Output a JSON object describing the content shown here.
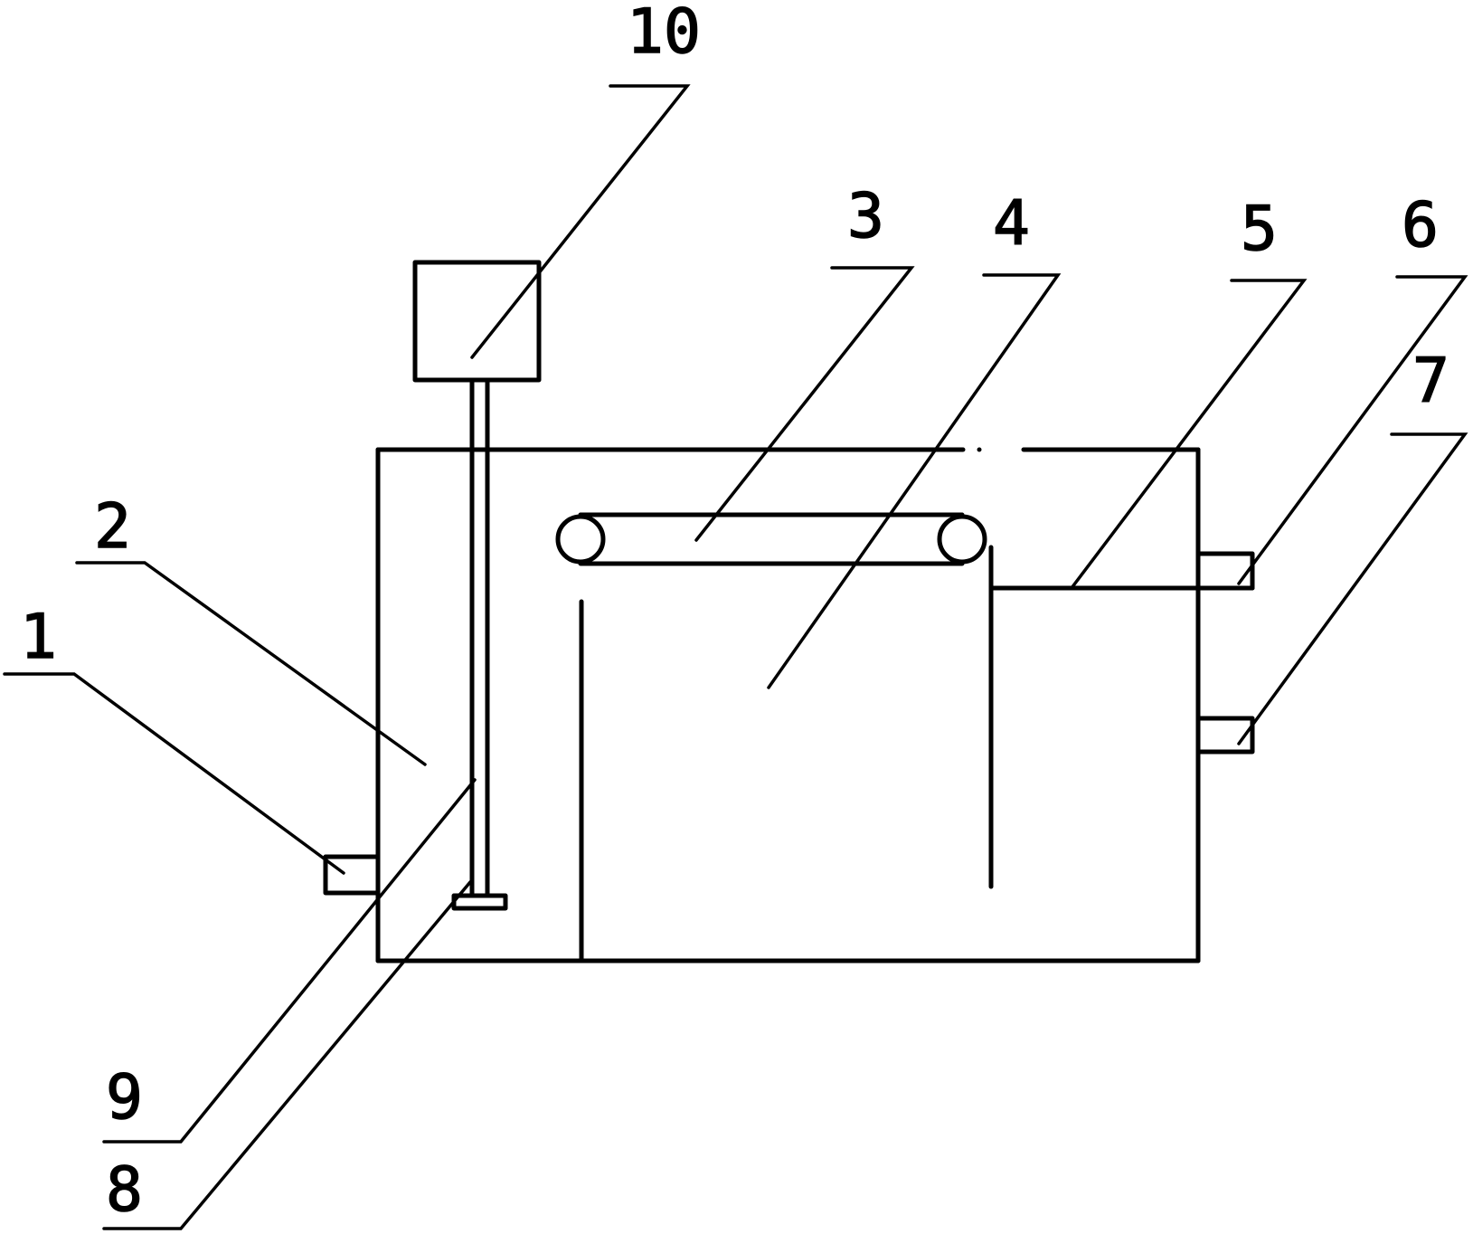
{
  "labels": {
    "l1": "1",
    "l2": "2",
    "l3": "3",
    "l4": "4",
    "l5": "5",
    "l6": "6",
    "l7": "7",
    "l8": "8",
    "l9": "9",
    "l10": "10"
  },
  "colors": {
    "line": "#000000",
    "background": "#ffffff"
  }
}
